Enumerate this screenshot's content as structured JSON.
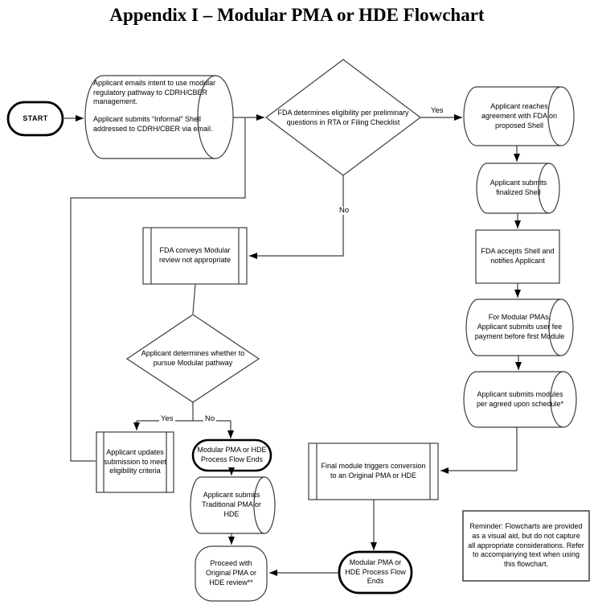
{
  "title": "Appendix I – Modular PMA or HDE Flowchart",
  "labels": {
    "eligibility_yes": "Yes",
    "eligibility_no": "No",
    "pursue_yes": "Yes",
    "pursue_no": "No"
  },
  "nodes": {
    "start": "START",
    "intent": {
      "p1": "Applicant emails intent to use modular regulatory pathway to CDRH/CBER management.",
      "p2": "Applicant submits “Informal” Shell addressed to CDRH/CBER via email."
    },
    "eligibility_decision": "FDA determines eligibility per preliminary questions in RTA or Filing Checklist",
    "agreement": "Applicant reaches agreement with FDA on proposed Shell",
    "finalized_shell": "Applicant submits finalized Shell",
    "accepts_shell": "FDA accepts Shell and notifies Applicant",
    "user_fee": "For Modular PMAs, Applicant submits user fee payment before first Module",
    "submit_modules": "Applicant submits modules per agreed upon schedule*",
    "final_module": "Final module triggers conversion to an Original PMA or HDE",
    "not_appropriate": "FDA conveys Modular review not appropriate",
    "pursue_decision": "Applicant determines whether to pursue Modular pathway",
    "update_submission": "Applicant updates submission to meet eligibility criteria",
    "flow_ends_mid": "Modular PMA or HDE Process Flow Ends",
    "traditional": "Applicant submits Traditional PMA or HDE",
    "proceed_original": "Proceed with Original PMA or HDE review**",
    "flow_ends_bottom": "Modular PMA or HDE Process Flow Ends",
    "reminder": "Reminder: Flowcharts are provided as a visual aid, but do not capture all appropriate considerations. Refer to accompanying text when  using this flowchart."
  },
  "colors": {
    "line": "#3d3d3d",
    "thick": "#000000",
    "text": "#000000",
    "background": "#ffffff"
  }
}
